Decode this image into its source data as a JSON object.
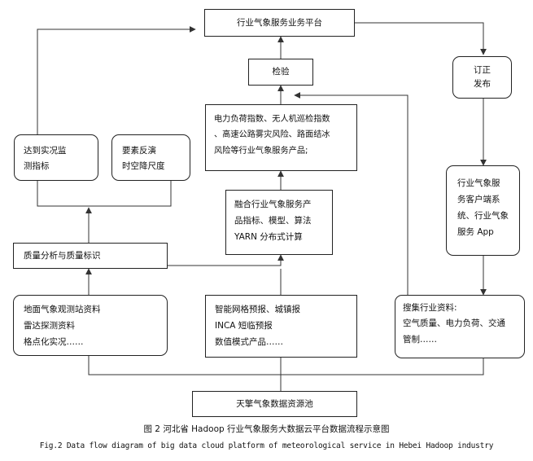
{
  "nodes": {
    "platform": {
      "lines": [
        "行业气象服务业务平台"
      ]
    },
    "check": {
      "lines": [
        "检验"
      ]
    },
    "revise": {
      "lines": [
        "订正",
        "发布"
      ]
    },
    "products": {
      "lines": [
        "电力负荷指数、无人机巡检指数",
        "、高速公路雾灾风险、路面结冰",
        "风险等行业气象服务产品;"
      ]
    },
    "fusion": {
      "lines": [
        "融合行业气象服务产",
        "品指标、模型、算法",
        "YARN 分布式计算"
      ]
    },
    "realtime": {
      "lines": [
        "达到实况监",
        "测指标"
      ]
    },
    "downscale": {
      "lines": [
        "要素反演",
        "时空降尺度"
      ]
    },
    "quality": {
      "lines": [
        "质量分析与质量标识"
      ]
    },
    "observation": {
      "lines": [
        "地面气象观测站资料",
        "雷达探测资料",
        "格点化实况……"
      ]
    },
    "forecast": {
      "lines": [
        "智能网格预报、城镇报",
        "INCA 短临预报",
        "数值模式产品……"
      ]
    },
    "client": {
      "lines": [
        "行业气象服",
        "务客户端系",
        "统、行业气象",
        "服务 App"
      ]
    },
    "collect": {
      "lines": [
        "搜集行业资料:",
        "空气质量、电力负荷、交通",
        "管制……"
      ]
    },
    "pool": {
      "lines": [
        "天擎气象数据资源池"
      ]
    }
  },
  "caption": {
    "cn": "图 2 河北省 Hadoop 行业气象服务大数据云平台数据流程示意图",
    "en": "Fig.2 Data flow diagram of big data cloud platform of meteorological service in Hebei Hadoop industry"
  }
}
